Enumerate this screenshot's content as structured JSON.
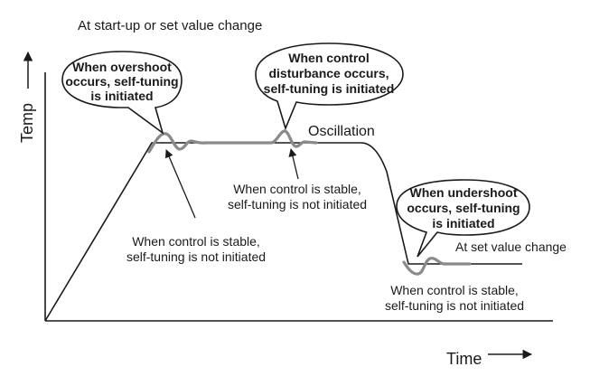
{
  "header_text": "At start-up or set value change",
  "axes": {
    "y_label": "Temp",
    "x_label": "Time"
  },
  "callouts": {
    "overshoot": [
      "When overshoot",
      "occurs, self-tuning",
      "is initiated"
    ],
    "disturbance": [
      "When control",
      "disturbance occurs,",
      "self-tuning is initiated"
    ],
    "undershoot": [
      "When undershoot",
      "occurs, self-tuning",
      "is initiated"
    ]
  },
  "labels": {
    "oscillation": "Oscillation",
    "set_value_change": "At set value change",
    "stable_mid": [
      "When control is stable,",
      "self-tuning is not initiated"
    ],
    "stable_left": [
      "When control is stable,",
      "self-tuning is not initiated"
    ],
    "stable_right": [
      "When control is stable,",
      "self-tuning is not initiated"
    ]
  },
  "colors": {
    "line": "#1a1a1a",
    "response_curve": "#8a8a8a"
  }
}
